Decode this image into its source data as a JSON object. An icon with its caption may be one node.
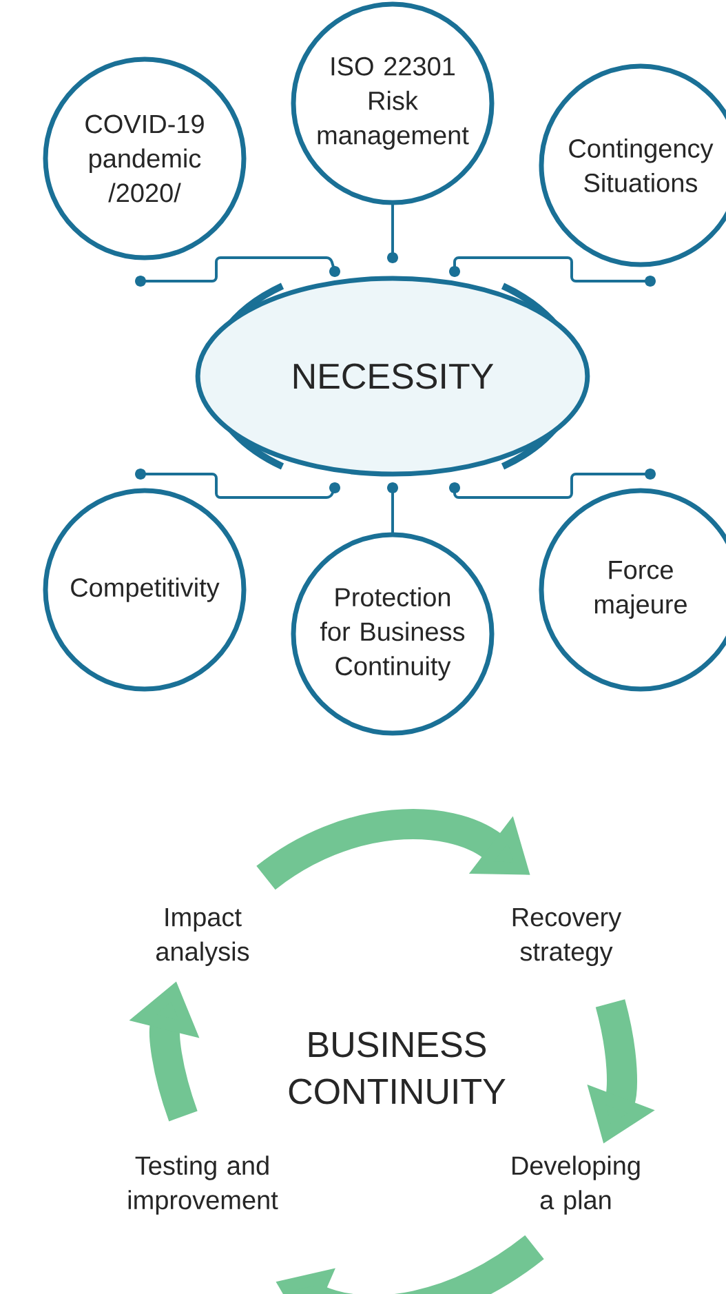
{
  "diagram": {
    "nodes": [
      {
        "text": [
          "COVID-19 pandemic /2020/"
        ]
      },
      {
        "text": [
          "ISO 22301 Risk management"
        ]
      },
      {
        "text": [
          "Contingency Situations"
        ]
      },
      {
        "text": [
          "NECESSITY"
        ]
      },
      {
        "text": [
          "Competitivity"
        ]
      },
      {
        "text": [
          "Protection for Business Continuity"
        ]
      },
      {
        "text": [
          "Force majeure"
        ]
      },
      {
        "text": [
          "Impact analysis"
        ]
      },
      {
        "text": [
          "Recovery strategy"
        ]
      },
      {
        "text": [
          "Testing and improvement"
        ]
      },
      {
        "text": [
          "Developing a plan"
        ]
      }
    ],
    "edges": [
      {
        "from": 0,
        "to": 3,
        "arrow": "other"
      },
      {
        "from": 1,
        "to": 3,
        "arrow": "other"
      },
      {
        "from": 2,
        "to": 3,
        "arrow": "other"
      },
      {
        "from": 4,
        "to": 3,
        "arrow": "other"
      },
      {
        "from": 5,
        "to": 3,
        "arrow": "other"
      },
      {
        "from": 6,
        "to": 3,
        "arrow": "other"
      },
      {
        "from": 7,
        "to": 8,
        "arrow": "to",
        "style": "thick",
        "color": "#72c593"
      },
      {
        "from": 8,
        "to": 10,
        "arrow": "to",
        "style": "thick",
        "color": "#72c593"
      },
      {
        "from": 10,
        "to": 9,
        "arrow": "to",
        "style": "thick",
        "color": "#72c593"
      },
      {
        "from": 9,
        "to": 7,
        "arrow": "to",
        "style": "thick",
        "color": "#72c593"
      }
    ],
    "labels": [
      "BUSINESS CONTINUITY"
    ]
  }
}
